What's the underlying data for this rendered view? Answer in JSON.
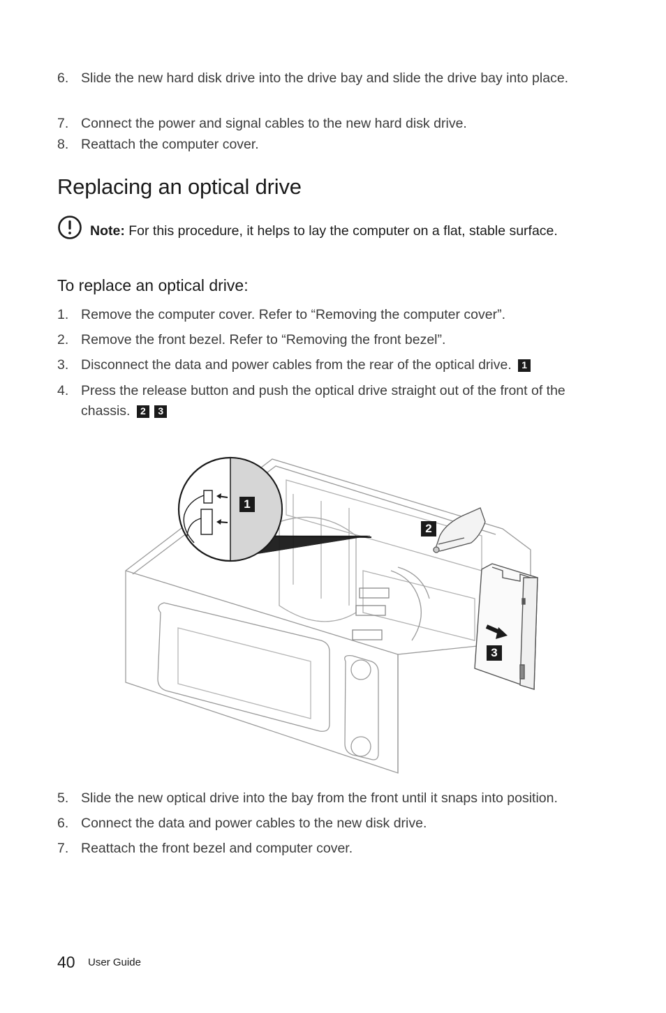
{
  "steps_top": [
    {
      "num": "6.",
      "text": "Slide the new hard disk drive into the drive bay and slide the drive bay into place."
    },
    {
      "num": "7.",
      "text": "Connect the power and signal cables to the new hard disk drive."
    },
    {
      "num": "8.",
      "text": "Reattach the computer cover."
    }
  ],
  "section_title": "Replacing an optical drive",
  "note": {
    "icon": "attention-icon",
    "label": "Note:",
    "text": "For this procedure, it helps to lay the computer on a flat, stable surface."
  },
  "subheading": "To replace an optical drive:",
  "steps_main": [
    {
      "num": "1.",
      "text": "Remove the computer cover. Refer to “Removing the computer cover”."
    },
    {
      "num": "2.",
      "text": "Remove the front bezel. Refer to “Removing the front bezel”."
    },
    {
      "num": "3.",
      "text": "Disconnect the data and power cables from the rear of the optical drive.",
      "badges": [
        "1"
      ]
    },
    {
      "num": "4.",
      "text": "Press the release button and push the optical drive straight out of the front of the chassis.",
      "badges": [
        "2",
        "3"
      ]
    }
  ],
  "figure": {
    "callouts": [
      "1",
      "2",
      "3"
    ]
  },
  "steps_bottom": [
    {
      "num": "5.",
      "text": "Slide the new optical drive into the bay from the front until it snaps into position."
    },
    {
      "num": "6.",
      "text": "Connect the data and power cables to the new disk drive."
    },
    {
      "num": "7.",
      "text": "Reattach the front bezel and computer cover."
    }
  ],
  "footer": {
    "page_number": "40",
    "title": "User Guide"
  }
}
